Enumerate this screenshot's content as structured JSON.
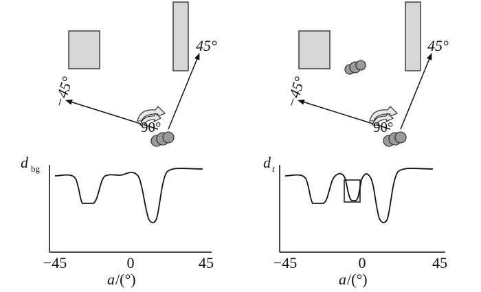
{
  "panels": [
    {
      "id": "left",
      "angles": {
        "pos": "45°",
        "neg": "−45°",
        "sweep": "90°"
      },
      "ylabel": {
        "main": "d",
        "sub": "bg"
      },
      "xticks": [
        "−45",
        "0",
        "45"
      ],
      "xlabel": {
        "var": "a",
        "unit": "/(°)"
      }
    },
    {
      "id": "right",
      "angles": {
        "pos": "45°",
        "neg": "−45°",
        "sweep": "90°"
      },
      "ylabel": {
        "main": "d",
        "sub": "t"
      },
      "xticks": [
        "−45",
        "0",
        "45"
      ],
      "xlabel": {
        "var": "a",
        "unit": "/(°)"
      }
    }
  ]
}
